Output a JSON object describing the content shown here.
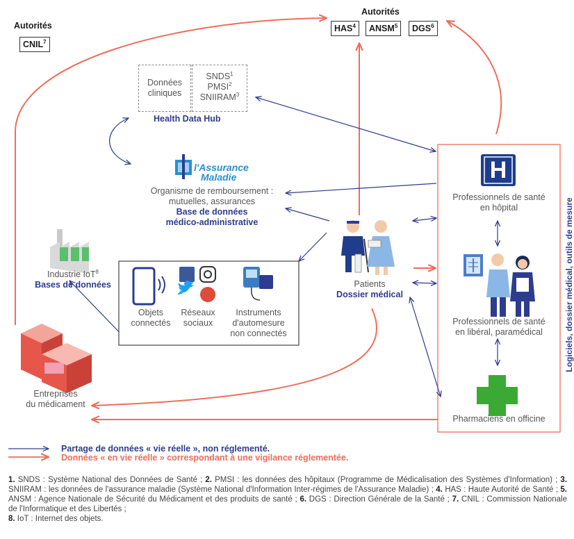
{
  "colors": {
    "navy": "#2d3c8e",
    "coral": "#ee6d5a",
    "green": "#3aaa35",
    "hospital_blue": "#1f3d8c"
  },
  "authorities_left": {
    "title": "Autorités",
    "cnil": "CNIL",
    "cnil_ref": "7"
  },
  "authorities_top": {
    "title": "Autorités",
    "has": "HAS",
    "has_ref": "4",
    "ansm": "ANSM",
    "ansm_ref": "5",
    "dgs": "DGS",
    "dgs_ref": "6"
  },
  "hdh": {
    "clinical_1": "Données",
    "clinical_2": "cliniques",
    "snds": "SNDS",
    "snds_ref": "1",
    "pmsi": "PMSI",
    "pmsi_ref": "2",
    "sniiram": "SNIIRAM",
    "sniiram_ref": "3",
    "label": "Health Data Hub"
  },
  "assurance": {
    "logo_line1": "l'Assurance",
    "logo_line2": "Maladie",
    "org_1": "Organisme de remboursement :",
    "org_2": "mutuelles, assurances",
    "db_1": "Base de données",
    "db_2": "médico-administrative"
  },
  "iot": {
    "label": "Industrie IoT",
    "label_ref": "8",
    "db": "Bases de données"
  },
  "devices": {
    "connected_1": "Objets",
    "connected_2": "connectés",
    "social_1": "Réseaux",
    "social_2": "sociaux",
    "instr_1": "Instruments",
    "instr_2": "d'automesure",
    "instr_3": "non connectés"
  },
  "patients": {
    "label": "Patients",
    "record": "Dossier médical"
  },
  "pharma": {
    "label_1": "Entreprises",
    "label_2": "du médicament"
  },
  "professionals": {
    "hospital_icon": "H",
    "hospital_1": "Professionnels de santé",
    "hospital_2": "en hôpital",
    "liberal_1": "Professionnels de santé",
    "liberal_2": "en libéral, paramédical",
    "pharmacists": "Pharmaciens en officine"
  },
  "vertical_label": "Logiciels, dossier médical, outils de mesure",
  "legend": {
    "blue": "Partage de données « vie réelle », non réglementé.",
    "red": "Données « en vie réelle » correspondant à une vigilance réglementée."
  },
  "footnotes": [
    {
      "n": "1.",
      "text": " SNDS : Système National des Données de Santé ; "
    },
    {
      "n": "2.",
      "text": " PMSI : les données des hôpitaux (Programme de Médicalisation des Systèmes d'Information) ; "
    },
    {
      "n": "3.",
      "text": " SNIIRAM : les données de l'assurance maladie (Système National d'Information Inter-régimes de l'Assurance Maladie) ; "
    },
    {
      "n": "4.",
      "text": " HAS : Haute Autorité de Santé ; "
    },
    {
      "n": "5.",
      "text": " ANSM : Agence Nationale de Sécurité du Médicament et des produits de santé ; "
    },
    {
      "n": "6.",
      "text": " DGS : Direction Générale de la Santé ; "
    },
    {
      "n": "7.",
      "text": " CNIL : Commission Nationale de l'Informatique et des Libertés ; "
    },
    {
      "n": "8.",
      "text": " IoT : Internet des objets."
    }
  ]
}
